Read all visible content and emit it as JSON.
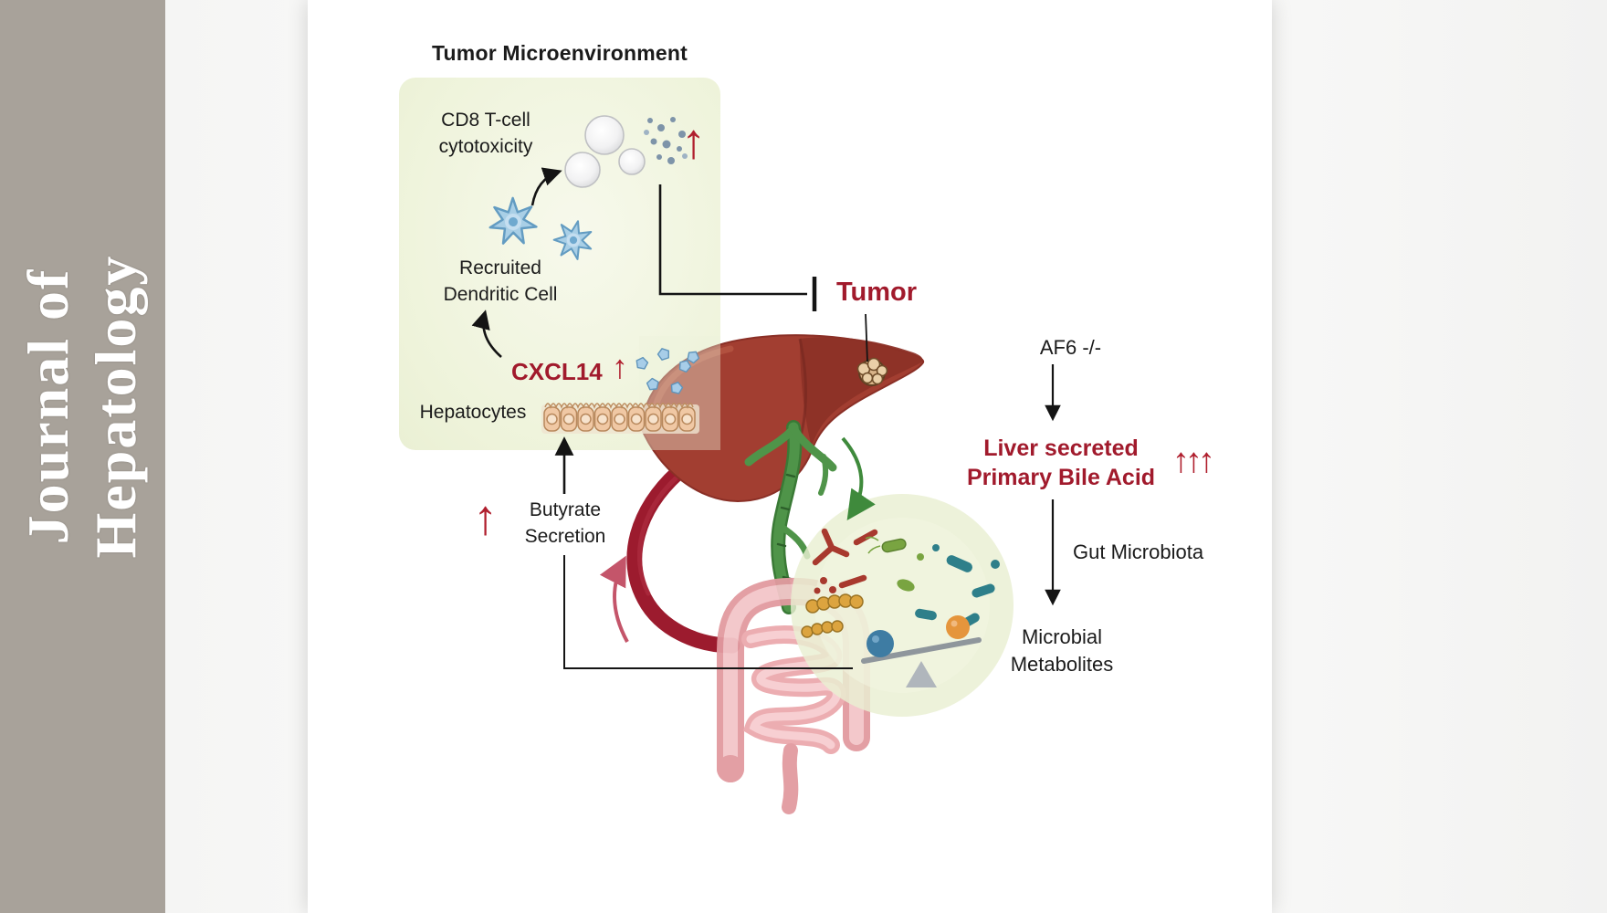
{
  "journal": {
    "title_line1": "Journal of",
    "title_line2": "Hepatology"
  },
  "diagram": {
    "title": "Tumor Microenvironment",
    "cd8_line1": "CD8 T-cell",
    "cd8_line2": "cytotoxicity",
    "dendritic_line1": "Recruited",
    "dendritic_line2": "Dendritic Cell",
    "cxcl14": "CXCL14",
    "hepatocytes": "Hepatocytes",
    "tumor": "Tumor",
    "butyrate_line1": "Butyrate",
    "butyrate_line2": "Secretion",
    "af6": "AF6 -/-",
    "bile_line1": "Liver secreted",
    "bile_line2": "Primary Bile Acid",
    "gut_microbiota": "Gut Microbiota",
    "metabolites_line1": "Microbial",
    "metabolites_line2": "Metabolites"
  },
  "icons": {
    "up_arrow": "↑",
    "triple_up_arrow": "↑↑↑"
  },
  "colors": {
    "accent_red": "#a11a2c",
    "arrow_red": "#b01f2e",
    "tme_box_green": "#eef3da",
    "sidebar_gray": "#a8a29a",
    "liver_red": "#a23e31",
    "portal_vein_green": "#4f9449",
    "vessel_dark_red": "#9c1b2e",
    "gut_pink": "#e29aa0",
    "microbe_teal": "#2e7f8a",
    "microbe_orange": "#dca43f",
    "microbe_red": "#a8392e",
    "microbe_green": "#79a441",
    "balance_ball_blue": "#3e7ca3",
    "balance_ball_orange": "#e5953c"
  }
}
